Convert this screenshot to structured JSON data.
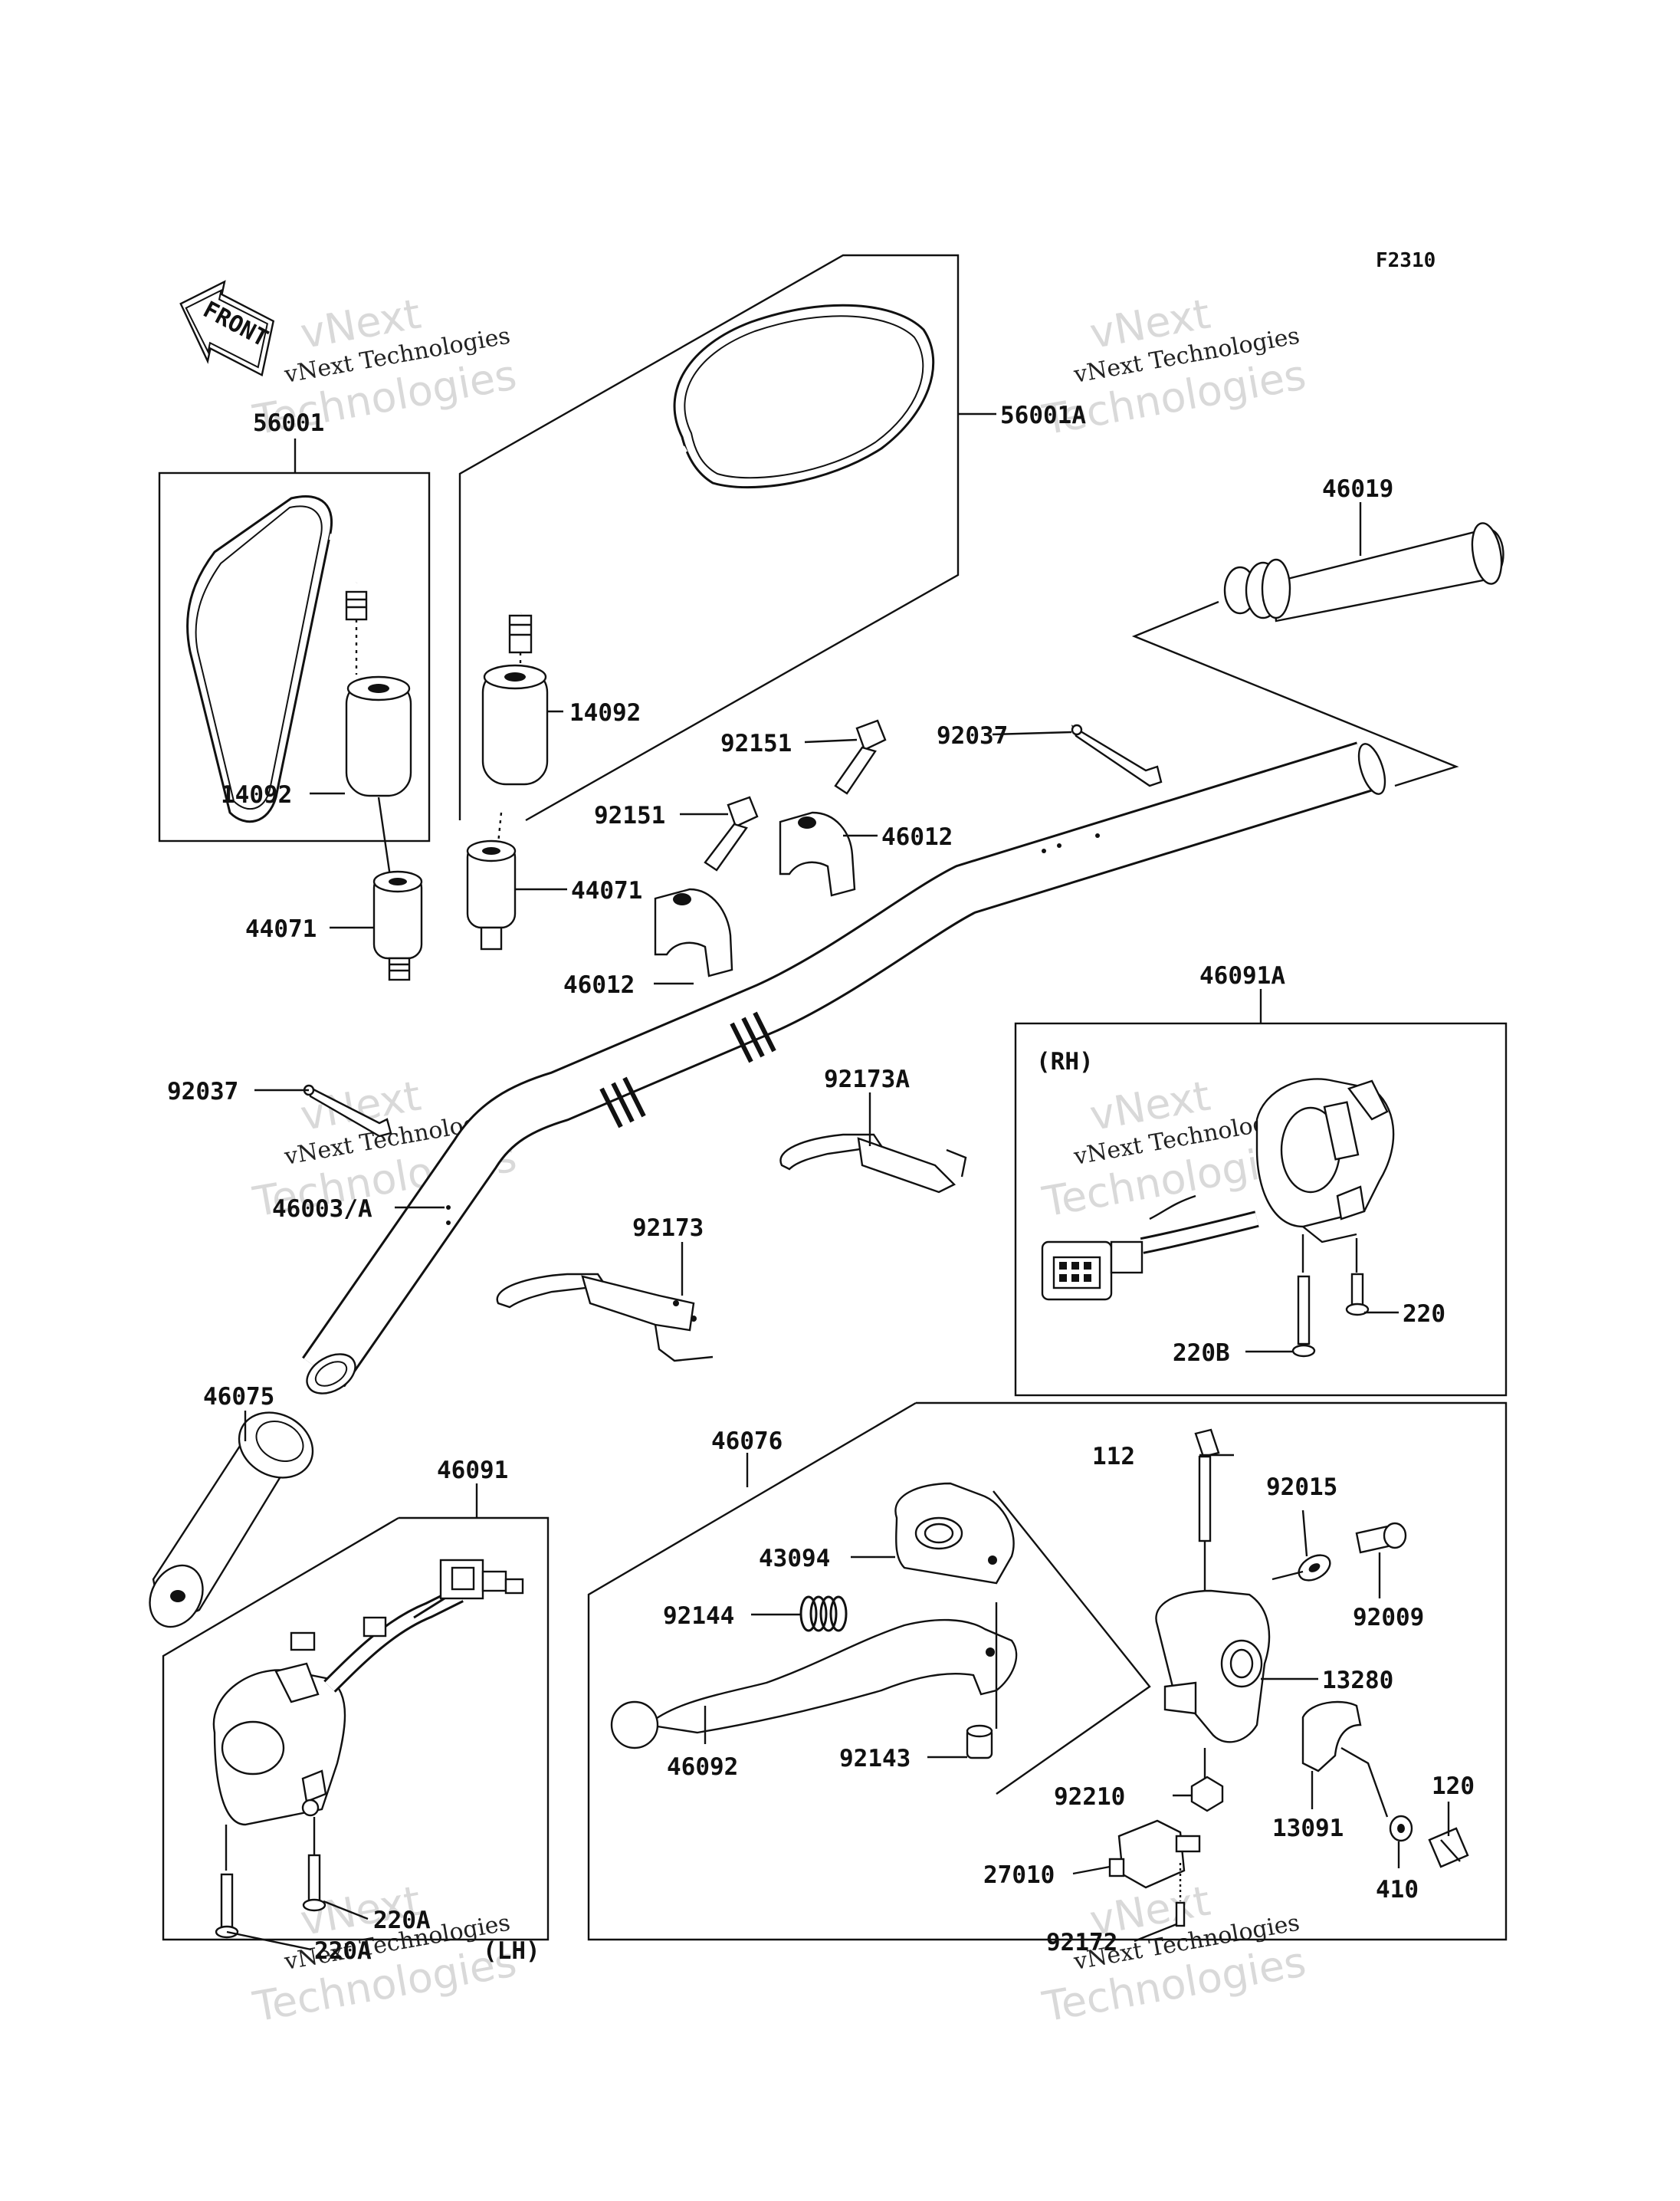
{
  "figure_code": "F2310",
  "front_arrow": "FRONT",
  "watermark": {
    "line1": "vNext",
    "line2": "vNext Technologies",
    "line3": "Technologies"
  },
  "side_labels": {
    "rh": "(RH)",
    "lh": "(LH)"
  },
  "labels": {
    "p56001": "56001",
    "p56001A": "56001A",
    "p14092_l": "14092",
    "p14092_r": "14092",
    "p44071_l": "44071",
    "p44071_r": "44071",
    "p46019": "46019",
    "p92037_top": "92037",
    "p92151_top": "92151",
    "p92151_mid": "92151",
    "p46012_top": "46012",
    "p46012_bot": "46012",
    "p92037_left": "92037",
    "p46003A": "46003/A",
    "p92173A": "92173A",
    "p92173": "92173",
    "p46091A": "46091A",
    "p220": "220",
    "p220B": "220B",
    "p46075": "46075",
    "p46091": "46091",
    "p220A_1": "220A",
    "p220A_2": "220A",
    "p46076": "46076",
    "p112": "112",
    "p92015": "92015",
    "p43094": "43094",
    "p92009": "92009",
    "p92144": "92144",
    "p13280": "13280",
    "p120": "120",
    "p46092": "46092",
    "p92143": "92143",
    "p92210": "92210",
    "p13091": "13091",
    "p27010": "27010",
    "p410": "410",
    "p92172": "92172"
  }
}
